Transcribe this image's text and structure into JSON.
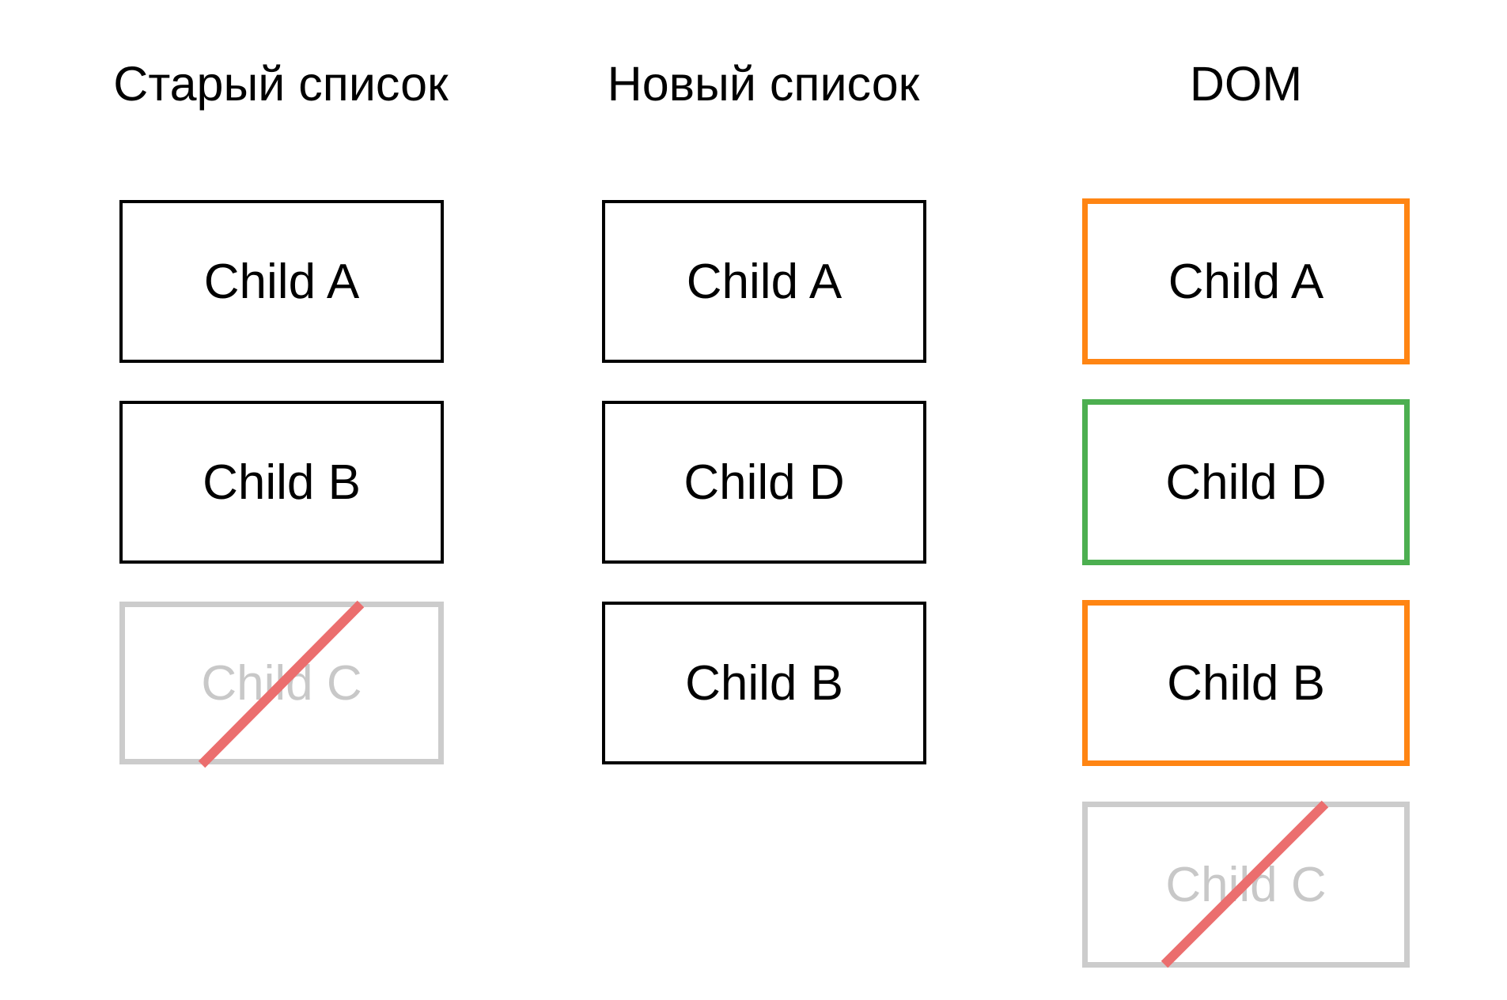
{
  "columns": {
    "old": {
      "title": "Старый список",
      "items": [
        {
          "label": "Child A",
          "state": "normal"
        },
        {
          "label": "Child B",
          "state": "normal"
        },
        {
          "label": "Child C",
          "state": "removed"
        }
      ]
    },
    "new": {
      "title": "Новый список",
      "items": [
        {
          "label": "Child A",
          "state": "normal"
        },
        {
          "label": "Child D",
          "state": "normal"
        },
        {
          "label": "Child B",
          "state": "normal"
        }
      ]
    },
    "dom": {
      "title": "DOM",
      "items": [
        {
          "label": "Child A",
          "state": "moved"
        },
        {
          "label": "Child D",
          "state": "added"
        },
        {
          "label": "Child B",
          "state": "moved"
        },
        {
          "label": "Child C",
          "state": "removed"
        }
      ]
    }
  },
  "colors": {
    "normal_border": "#000000",
    "removed_border": "#cccccc",
    "removed_text": "#c8c8c8",
    "strike": "#eb6e6e",
    "moved_border": "#ff8513",
    "added_border": "#4caf50"
  }
}
